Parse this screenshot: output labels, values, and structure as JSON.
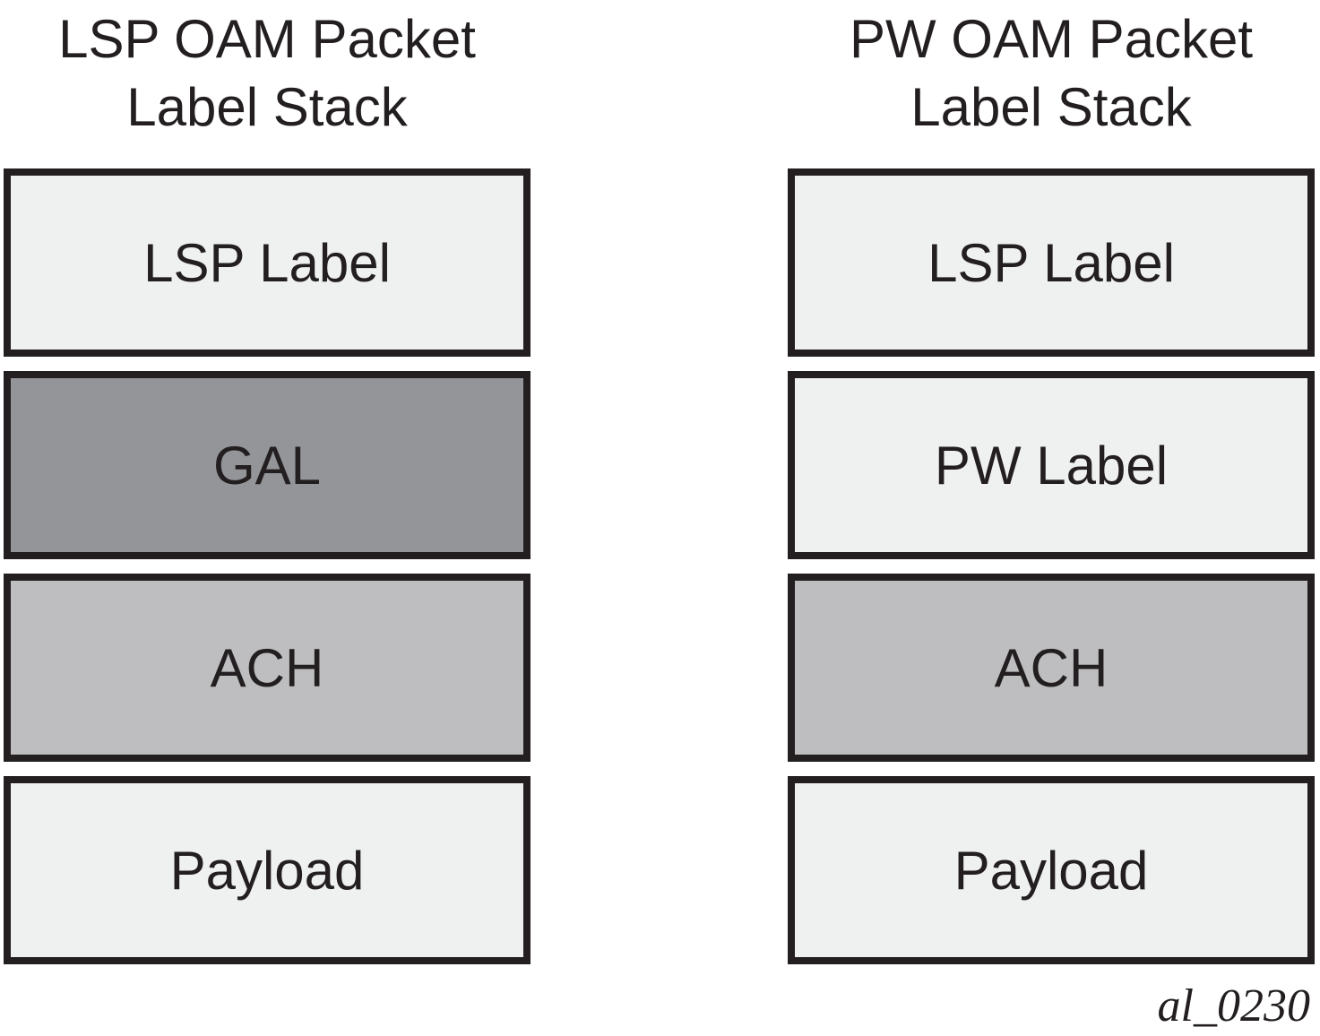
{
  "caption": "al_0230",
  "colors": {
    "border": "#231f20",
    "text": "#231f20",
    "background": "#ffffff",
    "light_fill": "#eff0f0",
    "medium_fill": "#bebec0",
    "dark_fill": "#939598"
  },
  "columns": [
    {
      "title_line1": "LSP OAM Packet",
      "title_line2": "Label Stack",
      "boxes": [
        {
          "label": "LSP Label",
          "fill": "#eff0f0"
        },
        {
          "label": "GAL",
          "fill": "#939598"
        },
        {
          "label": "ACH",
          "fill": "#bebec0"
        },
        {
          "label": "Payload",
          "fill": "#eff0f0"
        }
      ]
    },
    {
      "title_line1": "PW OAM Packet",
      "title_line2": "Label Stack",
      "boxes": [
        {
          "label": "LSP Label",
          "fill": "#eff0f0"
        },
        {
          "label": "PW Label",
          "fill": "#eff0f0"
        },
        {
          "label": "ACH",
          "fill": "#bebec0"
        },
        {
          "label": "Payload",
          "fill": "#eff0f0"
        }
      ]
    }
  ]
}
